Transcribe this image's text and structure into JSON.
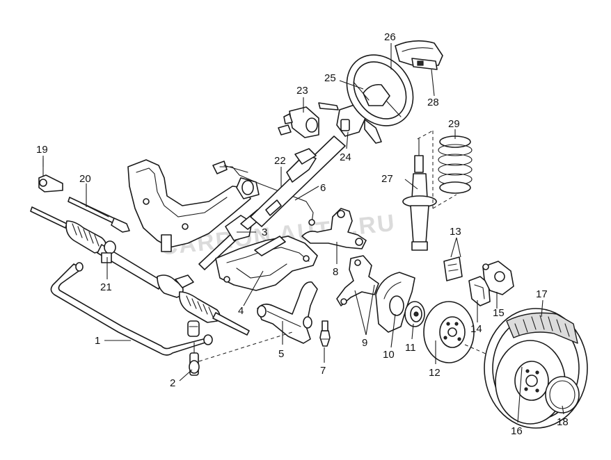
{
  "diagram": {
    "watermark": "CARRON AUTO.RU",
    "colors": {
      "ink": "#1a1a1a",
      "paper": "#ffffff",
      "watermark": "#9a9a9a"
    },
    "callouts": {
      "c1": "1",
      "c2": "2",
      "c3": "3",
      "c4": "4",
      "c5": "5",
      "c6": "6",
      "c7": "7",
      "c8": "8",
      "c9": "9",
      "c10": "10",
      "c11": "11",
      "c12": "12",
      "c13": "13",
      "c14": "14",
      "c15": "15",
      "c16": "16",
      "c17": "17",
      "c18": "18",
      "c19": "19",
      "c20": "20",
      "c21": "21",
      "c22": "22",
      "c23": "23",
      "c24": "24",
      "c25": "25",
      "c26": "26",
      "c27": "27",
      "c28": "28",
      "c29": "29"
    }
  }
}
